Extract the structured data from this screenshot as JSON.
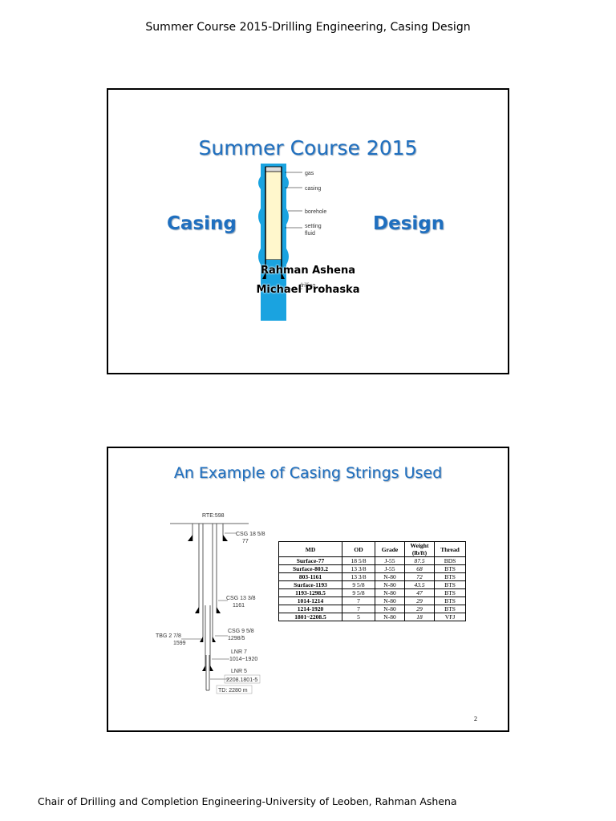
{
  "header": {
    "text": "Summer Course 2015-Drilling Engineering, Casing Design"
  },
  "footer": {
    "text": "Chair of Drilling and Completion Engineering-University of Leoben, Rahman Ashena"
  },
  "slide1": {
    "title": "Summer Course 2015",
    "left_word": "Casing",
    "right_word": "Design",
    "authors": [
      "Rahman Ashena",
      "Michael Prohaska"
    ],
    "diagram_labels": {
      "gas": "gas",
      "casing": "casing",
      "borehole": "borehole",
      "setting1": "setting",
      "setting2": "fluid",
      "drilling": "drilling"
    }
  },
  "slide2": {
    "title": "An Example of Casing Strings Used",
    "slide_number": "2",
    "diagram_labels": {
      "rte": "RTE:598",
      "csg1": "CSG 18 5/8",
      "csg1_depth": "77",
      "csg2": "CSG 13 3/8",
      "csg2_depth": "1161",
      "csg3": "CSG 9 5/8",
      "csg3_depth": "1298/5",
      "tbg": "TBG  2 7/8",
      "tbg_depth": "1599",
      "lnr1": "LNR 7",
      "lnr1_depth": "1014~1920",
      "lnr2": "LNR 5",
      "lnr2_depth": "2208.1801-5",
      "td": "TD: 2280 m"
    },
    "table": {
      "headers": [
        "MD",
        "OD",
        "Grade",
        "Weight (lb/ft)",
        "Thread"
      ],
      "rows": [
        [
          "Surface-77",
          "18 5/8",
          "J-55",
          "87.5",
          "BDS"
        ],
        [
          "Surface-803.2",
          "13 3/8",
          "J-55",
          "68",
          "BTS"
        ],
        [
          "803-1161",
          "13 3/8",
          "N-80",
          "72",
          "BTS"
        ],
        [
          "Surface-1193",
          "9 5/8",
          "N-80",
          "43.5",
          "BTS"
        ],
        [
          "1193-1298.5",
          "9 5/8",
          "N-80",
          "47",
          "BTS"
        ],
        [
          "1014-1214",
          "7",
          "N-80",
          "29",
          "BTS"
        ],
        [
          "1214-1920",
          "7",
          "N-80",
          "29",
          "BTS"
        ],
        [
          "1801~2208.5",
          "5",
          "N-80",
          "18",
          "VFJ"
        ]
      ]
    }
  }
}
